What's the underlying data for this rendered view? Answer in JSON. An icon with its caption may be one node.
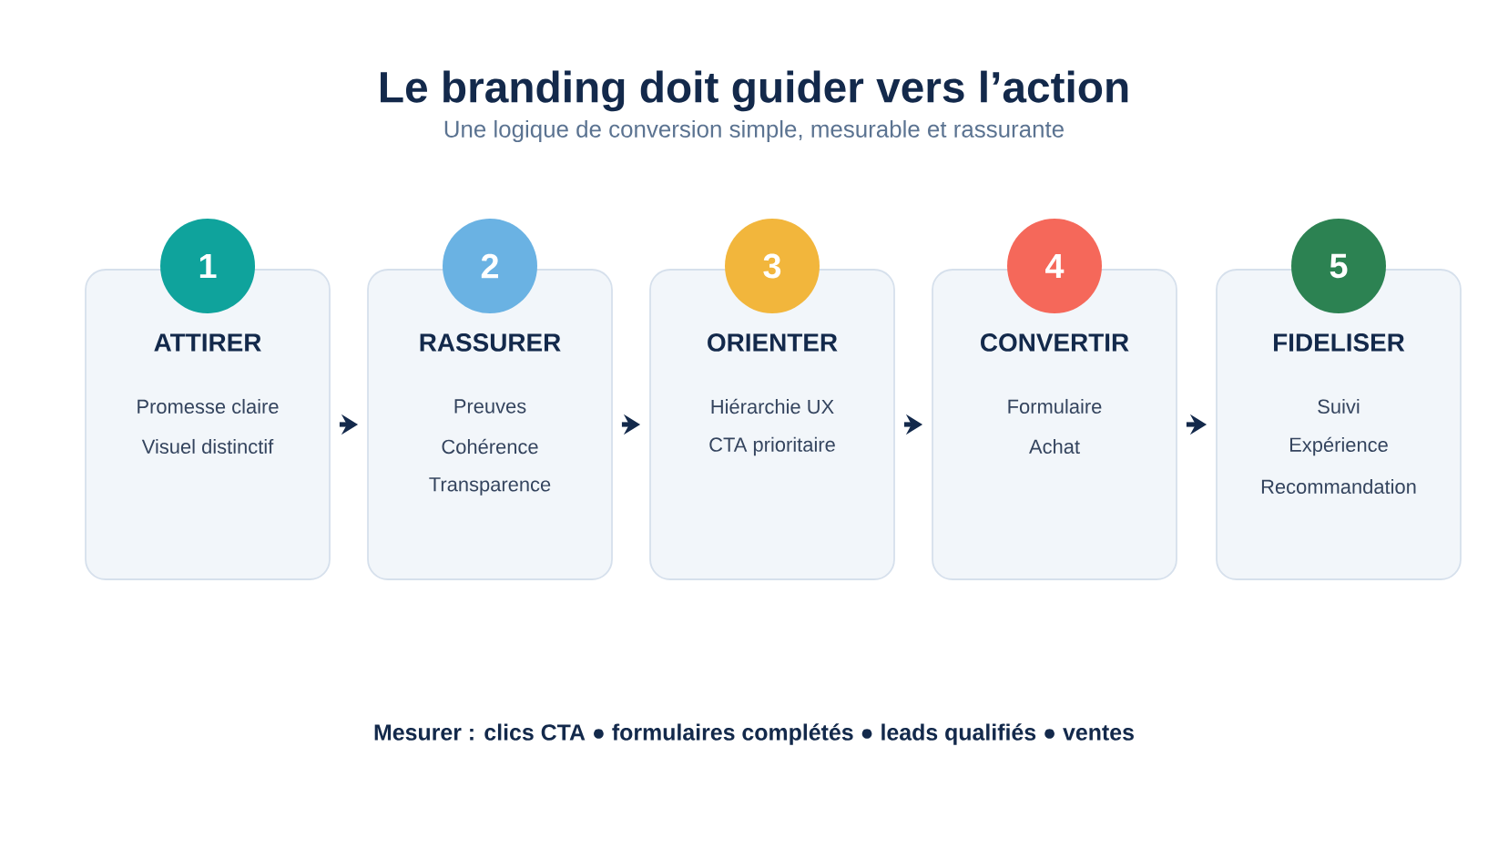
{
  "diagram": {
    "title": "Le branding doit guider vers l’action",
    "nodes": [
      {
        "text": [
          "1"
        ]
      },
      {
        "text": [
          "ATTIRER",
          "Promesse claire",
          "Visuel distinctif"
        ]
      },
      {
        "text": [
          "2"
        ]
      },
      {
        "text": [
          "RASSURER",
          "Preuves",
          "Cohérence",
          "Transparence"
        ]
      },
      {
        "text": [
          "3"
        ]
      },
      {
        "text": [
          "ORIENTER",
          "Hiérarchie UX",
          "CTA prioritaire"
        ]
      },
      {
        "text": [
          "4"
        ]
      },
      {
        "text": [
          "CONVERTIR",
          "Formulaire",
          "Achat"
        ]
      },
      {
        "text": [
          "5"
        ]
      },
      {
        "text": [
          "FIDELISER",
          "Suivi",
          "Expérience",
          "Recommandation"
        ]
      }
    ],
    "edges": [
      {
        "from": 1,
        "to": 3,
        "arrow": "to"
      },
      {
        "from": 3,
        "to": 5,
        "arrow": "to"
      },
      {
        "from": 5,
        "to": 7,
        "arrow": "to"
      },
      {
        "from": 7,
        "to": 9,
        "arrow": "to"
      }
    ],
    "labels": [
      "Une logique de conversion simple, mesurable et rassurante",
      "Mesurer : clics CTA ● formulaires complétés ● leads qualifiés ● ventes"
    ]
  }
}
